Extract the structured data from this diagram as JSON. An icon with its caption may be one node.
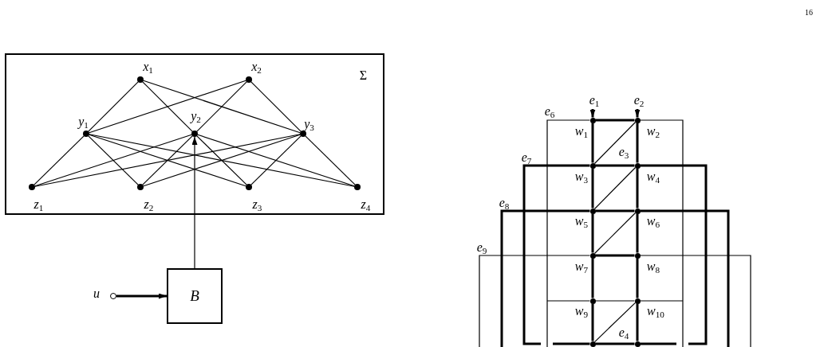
{
  "diagram": {
    "nodes": [
      {
        "text": [
          "Σ"
        ]
      },
      {
        "text": [],
        "shape": "dot",
        "in": 0,
        "beside": [
          "x$_{1}$"
        ]
      },
      {
        "text": [],
        "shape": "dot",
        "in": 0,
        "beside": [
          "x$_{2}$"
        ]
      },
      {
        "text": [],
        "shape": "dot",
        "in": 0,
        "beside": [
          "y$_{1}$"
        ]
      },
      {
        "text": [],
        "shape": "dot",
        "in": 0,
        "beside": [
          "y$_{2}$"
        ]
      },
      {
        "text": [],
        "shape": "dot",
        "in": 0,
        "beside": [
          "y$_{3}$"
        ]
      },
      {
        "text": [],
        "shape": "dot",
        "in": 0,
        "beside": [
          "z$_{1}$"
        ]
      },
      {
        "text": [],
        "shape": "dot",
        "in": 0,
        "beside": [
          "z$_{2}$"
        ]
      },
      {
        "text": [],
        "shape": "dot",
        "in": 0,
        "beside": [
          "z$_{3}$"
        ]
      },
      {
        "text": [],
        "shape": "dot",
        "in": 0,
        "beside": [
          "z$_{4}$"
        ]
      },
      {
        "text": [],
        "shape": "circle",
        "beside": [
          "u"
        ]
      },
      {
        "text": [
          "B"
        ]
      },
      {
        "text": [],
        "shape": "dot",
        "beside": [
          "w$_{1}$"
        ]
      },
      {
        "text": [],
        "shape": "dot",
        "beside": [
          "w$_{2}$"
        ]
      },
      {
        "text": [],
        "shape": "dot",
        "beside": [
          "w$_{3}$"
        ]
      },
      {
        "text": [],
        "shape": "dot",
        "beside": [
          "w$_{4}$"
        ]
      },
      {
        "text": [],
        "shape": "dot",
        "beside": [
          "w$_{5}$"
        ]
      },
      {
        "text": [],
        "shape": "dot",
        "beside": [
          "w$_{6}$"
        ]
      },
      {
        "text": [],
        "shape": "dot",
        "beside": [
          "w$_{7}$"
        ]
      },
      {
        "text": [],
        "shape": "dot",
        "beside": [
          "w$_{8}$"
        ]
      },
      {
        "text": [],
        "shape": "dot",
        "beside": [
          "w$_{9}$"
        ]
      },
      {
        "text": [],
        "shape": "dot",
        "beside": [
          "w$_{10}$"
        ]
      },
      {
        "text": [],
        "shape": "dot"
      },
      {
        "text": [],
        "shape": "dot"
      }
    ],
    "edges": [
      {
        "from": 1,
        "to": 3,
        "arrow": "none"
      },
      {
        "from": 1,
        "to": 4,
        "arrow": "none"
      },
      {
        "from": 1,
        "to": 5,
        "arrow": "none"
      },
      {
        "from": 2,
        "to": 3,
        "arrow": "none"
      },
      {
        "from": 2,
        "to": 4,
        "arrow": "none"
      },
      {
        "from": 2,
        "to": 5,
        "arrow": "none"
      },
      {
        "from": 3,
        "to": 6,
        "arrow": "none"
      },
      {
        "from": 3,
        "to": 7,
        "arrow": "none"
      },
      {
        "from": 3,
        "to": 8,
        "arrow": "none"
      },
      {
        "from": 3,
        "to": 9,
        "arrow": "none"
      },
      {
        "from": 4,
        "to": 6,
        "arrow": "none"
      },
      {
        "from": 4,
        "to": 7,
        "arrow": "none"
      },
      {
        "from": 4,
        "to": 8,
        "arrow": "none"
      },
      {
        "from": 4,
        "to": 9,
        "arrow": "none"
      },
      {
        "from": 5,
        "to": 6,
        "arrow": "none"
      },
      {
        "from": 5,
        "to": 7,
        "arrow": "none"
      },
      {
        "from": 5,
        "to": 8,
        "arrow": "none"
      },
      {
        "from": 5,
        "to": 9,
        "arrow": "none"
      },
      {
        "from": 10,
        "to": 11,
        "arrow": "to",
        "style": "thick"
      },
      {
        "from": 11,
        "to": 4,
        "arrow": "to"
      },
      {
        "from": null,
        "to": 12,
        "arrow": "to",
        "label": "e$_{1}$",
        "style": "thick"
      },
      {
        "from": null,
        "to": 13,
        "arrow": "to",
        "label": "e$_{2}$",
        "style": "thick"
      },
      {
        "from": 12,
        "to": null,
        "arrow": "none",
        "label": "e$_{6}$"
      },
      {
        "from": 12,
        "to": 13,
        "arrow": "none",
        "style": "thick"
      },
      {
        "from": 13,
        "to": null,
        "arrow": "none"
      },
      {
        "from": 12,
        "to": 14,
        "arrow": "none",
        "style": "thick"
      },
      {
        "from": 13,
        "to": 15,
        "arrow": "none",
        "style": "thick"
      },
      {
        "from": 13,
        "to": 14,
        "arrow": "none",
        "label": "e$_{3}$"
      },
      {
        "from": 14,
        "to": null,
        "arrow": "none",
        "label": "e$_{7}$",
        "style": "thick"
      },
      {
        "from": 14,
        "to": 15,
        "arrow": "none",
        "style": "thick"
      },
      {
        "from": 15,
        "to": null,
        "arrow": "none",
        "style": "thick"
      },
      {
        "from": 14,
        "to": 16,
        "arrow": "none",
        "style": "thick"
      },
      {
        "from": 15,
        "to": 17,
        "arrow": "none",
        "style": "thick"
      },
      {
        "from": 15,
        "to": 16,
        "arrow": "none"
      },
      {
        "from": 16,
        "to": null,
        "arrow": "none",
        "label": "e$_{8}$",
        "style": "thick"
      },
      {
        "from": 16,
        "to": 17,
        "arrow": "none",
        "style": "thick"
      },
      {
        "from": 17,
        "to": null,
        "arrow": "none",
        "style": "thick"
      },
      {
        "from": 16,
        "to": 18,
        "arrow": "none",
        "style": "thick"
      },
      {
        "from": 17,
        "to": 19,
        "arrow": "none",
        "style": "thick"
      },
      {
        "from": 17,
        "to": 18,
        "arrow": "none"
      },
      {
        "from": 18,
        "to": null,
        "arrow": "none",
        "label": "e$_{9}$"
      },
      {
        "from": 18,
        "to": 19,
        "arrow": "none",
        "style": "thick"
      },
      {
        "from": 19,
        "to": null,
        "arrow": "none"
      },
      {
        "from": 18,
        "to": 20,
        "arrow": "none",
        "style": "thick"
      },
      {
        "from": 19,
        "to": 21,
        "arrow": "none",
        "style": "thick"
      },
      {
        "from": 20,
        "to": null,
        "arrow": "none"
      },
      {
        "from": 20,
        "to": 21,
        "arrow": "none"
      },
      {
        "from": 21,
        "to": null,
        "arrow": "none"
      },
      {
        "from": 20,
        "to": 22,
        "arrow": "none",
        "style": "thick"
      },
      {
        "from": 21,
        "to": 23,
        "arrow": "none",
        "style": "thick"
      },
      {
        "from": 21,
        "to": 22,
        "arrow": "none",
        "label": "e$_{4}$"
      },
      {
        "from": 22,
        "to": null,
        "arrow": "none",
        "style": "thick"
      },
      {
        "from": 22,
        "to": 23,
        "arrow": "none",
        "style": "thick"
      },
      {
        "from": 23,
        "to": null,
        "arrow": "none",
        "style": "thick"
      }
    ],
    "labels": [
      "16"
    ]
  }
}
